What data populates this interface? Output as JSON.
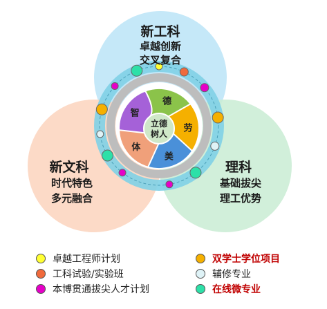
{
  "top_circle": {
    "title": "新工科",
    "lines": [
      "卓越创新",
      "交叉复合"
    ]
  },
  "left_circle": {
    "title": "新文科",
    "lines": [
      "时代特色",
      "多元融合"
    ]
  },
  "right_circle": {
    "title": "理科",
    "lines": [
      "基础拔尖",
      "理工优势"
    ]
  },
  "center": {
    "line1": "立德",
    "line2": "树人"
  },
  "petals": [
    {
      "label": "德",
      "color": "#8bc34a"
    },
    {
      "label": "劳",
      "color": "#f5b000"
    },
    {
      "label": "美",
      "color": "#4a90d9"
    },
    {
      "label": "体",
      "color": "#f0a07a"
    },
    {
      "label": "智",
      "color": "#a561d8"
    }
  ],
  "colors": {
    "top": "#bfe6f7",
    "left": "#fbd3bd",
    "right": "#c9ecd3",
    "ring_outer": "#7fd0e6",
    "ring_inner": "#bdbdbd"
  },
  "legend": [
    {
      "label": "卓越工程师计划",
      "color": "#ffff33",
      "highlight": false
    },
    {
      "label": "工科试验/实验班",
      "color": "#f06a3c",
      "highlight": false
    },
    {
      "label": "本博贯通拔尖人才计划",
      "color": "#e600c8",
      "highlight": false
    },
    {
      "label": "双学士学位项目",
      "color": "#f5b000",
      "highlight": true
    },
    {
      "label": "辅修专业",
      "color": "#dff3f7",
      "highlight": false
    },
    {
      "label": "在线微专业",
      "color": "#2de0a8",
      "highlight": true
    }
  ]
}
